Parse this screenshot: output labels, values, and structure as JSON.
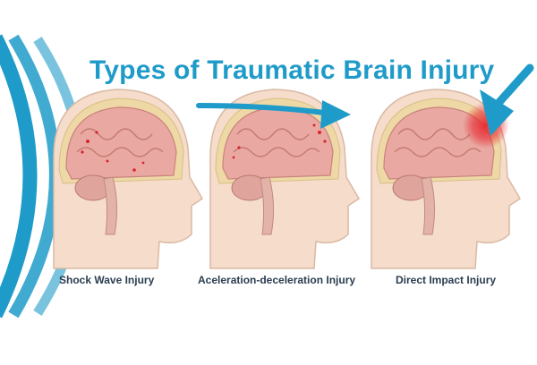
{
  "title": "Types of Traumatic Brain Injury",
  "panels": [
    {
      "label": "Shock Wave Injury"
    },
    {
      "label": "Aceleration-deceleration Injury"
    },
    {
      "label": "Direct Impact Injury"
    }
  ],
  "colors": {
    "accent": "#1f9bc9",
    "skin": "#f6dccb",
    "brain": "#e9a9a2",
    "impact": "#e6262e",
    "label": "#2b3d4f"
  }
}
